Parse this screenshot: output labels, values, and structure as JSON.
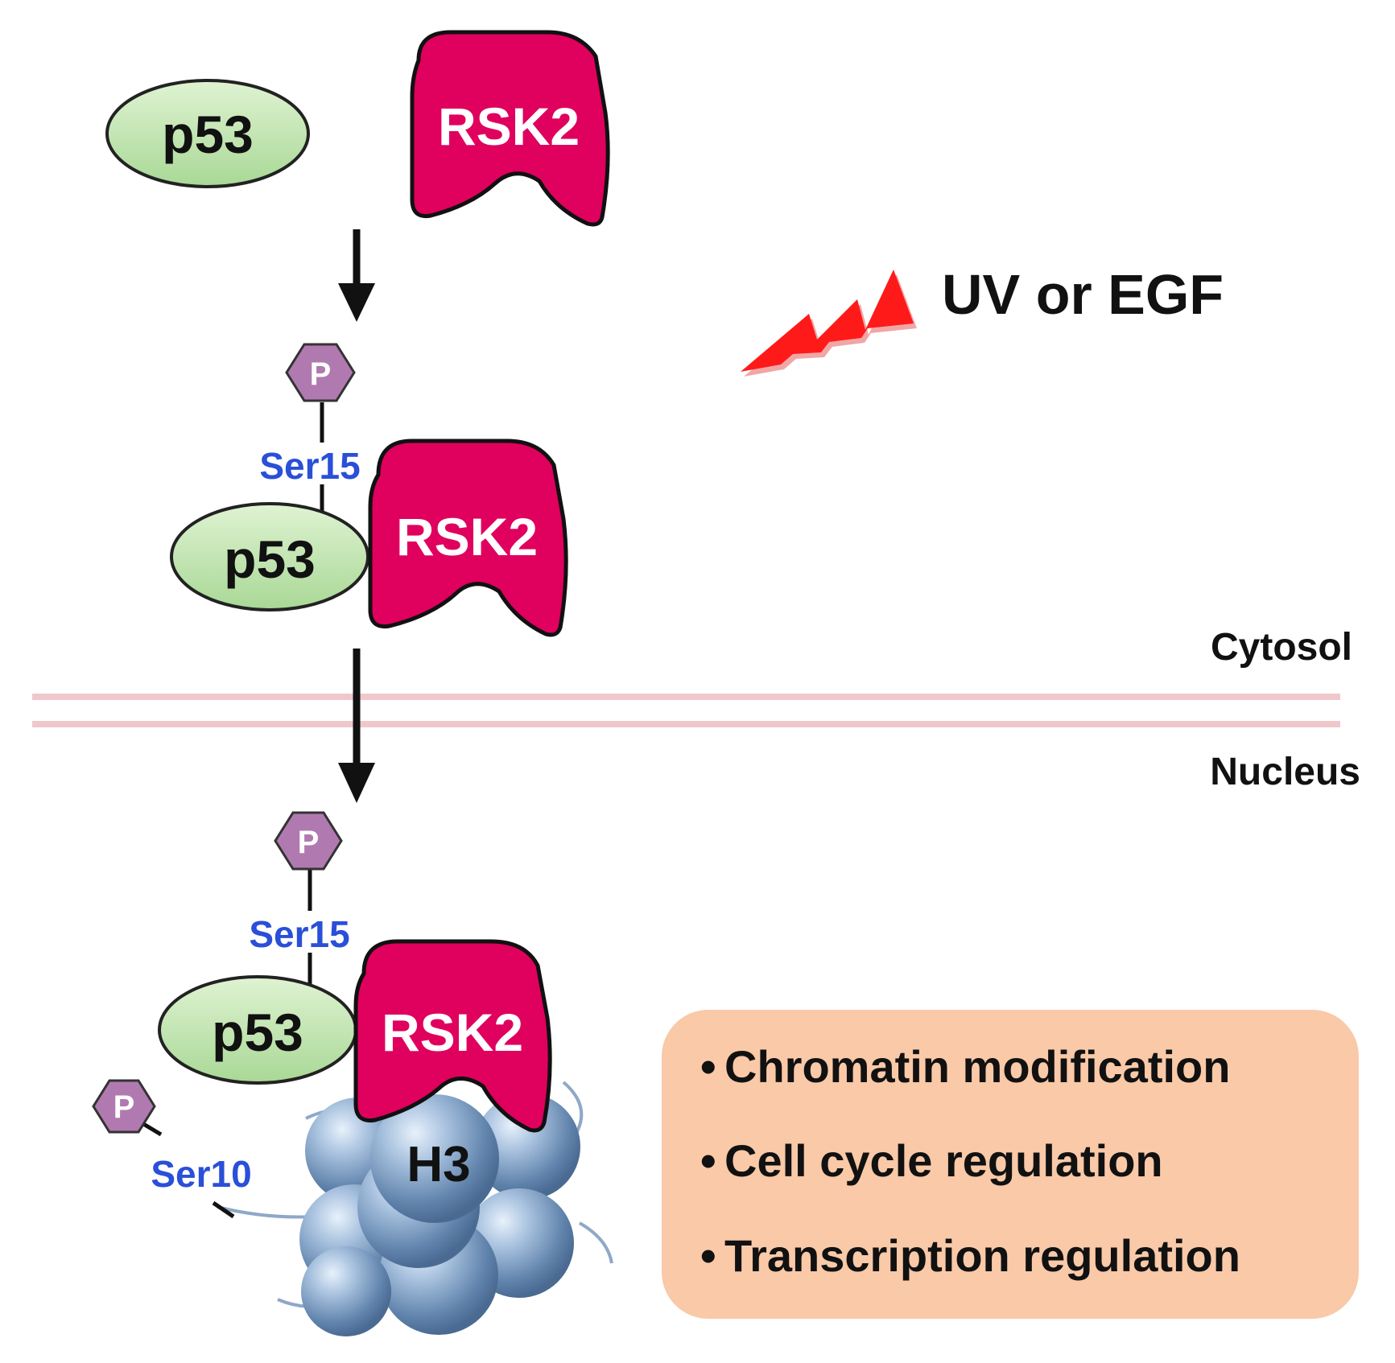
{
  "labels": {
    "p53": "p53",
    "rsk2": "RSK2",
    "phospho": "P",
    "ser15": "Ser15",
    "ser10": "Ser10",
    "h3": "H3",
    "stimulus": "UV or EGF",
    "cytosol": "Cytosol",
    "nucleus": "Nucleus"
  },
  "outcomes": [
    "Chromatin modification",
    "Cell cycle regulation",
    "Transcription regulation"
  ],
  "colors": {
    "p53_fill": "#c5e8b4",
    "rsk2_fill": "#e0005e",
    "phospho_fill": "#b07ab0",
    "ser_text": "#2a4fd8",
    "stimulus_red": "#ff1a1a",
    "membrane": "#f0c8cc",
    "outcome_box": "#f9c9a8",
    "histone_fill": "#7f9fc4"
  }
}
